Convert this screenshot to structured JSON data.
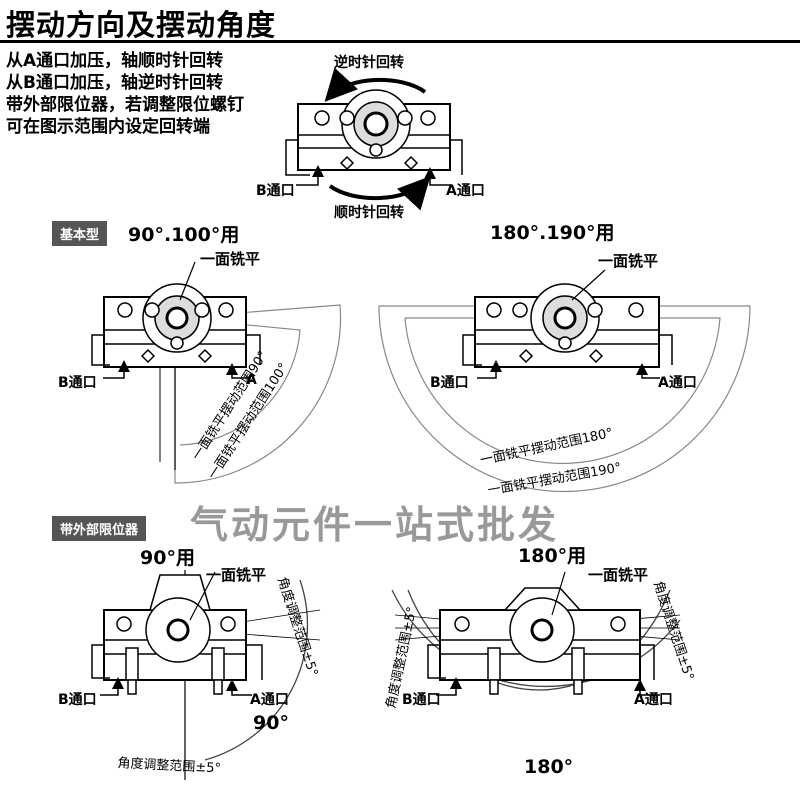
{
  "title": "摆动方向及摆动角度",
  "intro": {
    "line1": "从A通口加压，轴顺时针回转",
    "line2": "从B通口加压，轴逆时针回转",
    "line3": "带外部限位器，若调整限位螺钉",
    "line4": "可在图示范围内设定回转端"
  },
  "top_diagram": {
    "ccw_label": "逆时针回转",
    "cw_label": "顺时针回转",
    "b_port": "B通口",
    "a_port": "A通口"
  },
  "basic": {
    "tag": "基本型",
    "left_heading": "90°.100°用",
    "right_heading": "180°.190°用",
    "flat_label_left": "一面铣平",
    "flat_label_right": "一面铣平",
    "left_b_port": "B通口",
    "left_a_port": "A",
    "right_b_port": "B通口",
    "right_a_port": "A通口",
    "range_90": "一面铣平摆动范围90°",
    "range_100": "一面铣平摆动范围100°",
    "range_180": "一面铣平摆动范围180°",
    "range_190": "一面铣平摆动范围190°"
  },
  "stopper": {
    "tag": "带外部限位器",
    "left_heading": "90°用",
    "right_heading": "180°用",
    "flat_label_left": "一面铣平",
    "flat_label_right": "一面铣平",
    "adjust_label": "角度调整范围±5°",
    "left_b_port": "B通口",
    "left_a_port": "A通口",
    "right_b_port": "B通口",
    "right_a_port": "A通口",
    "angle_left": "90°",
    "angle_right": "180°"
  },
  "watermark": "气动元件一站式批发"
}
